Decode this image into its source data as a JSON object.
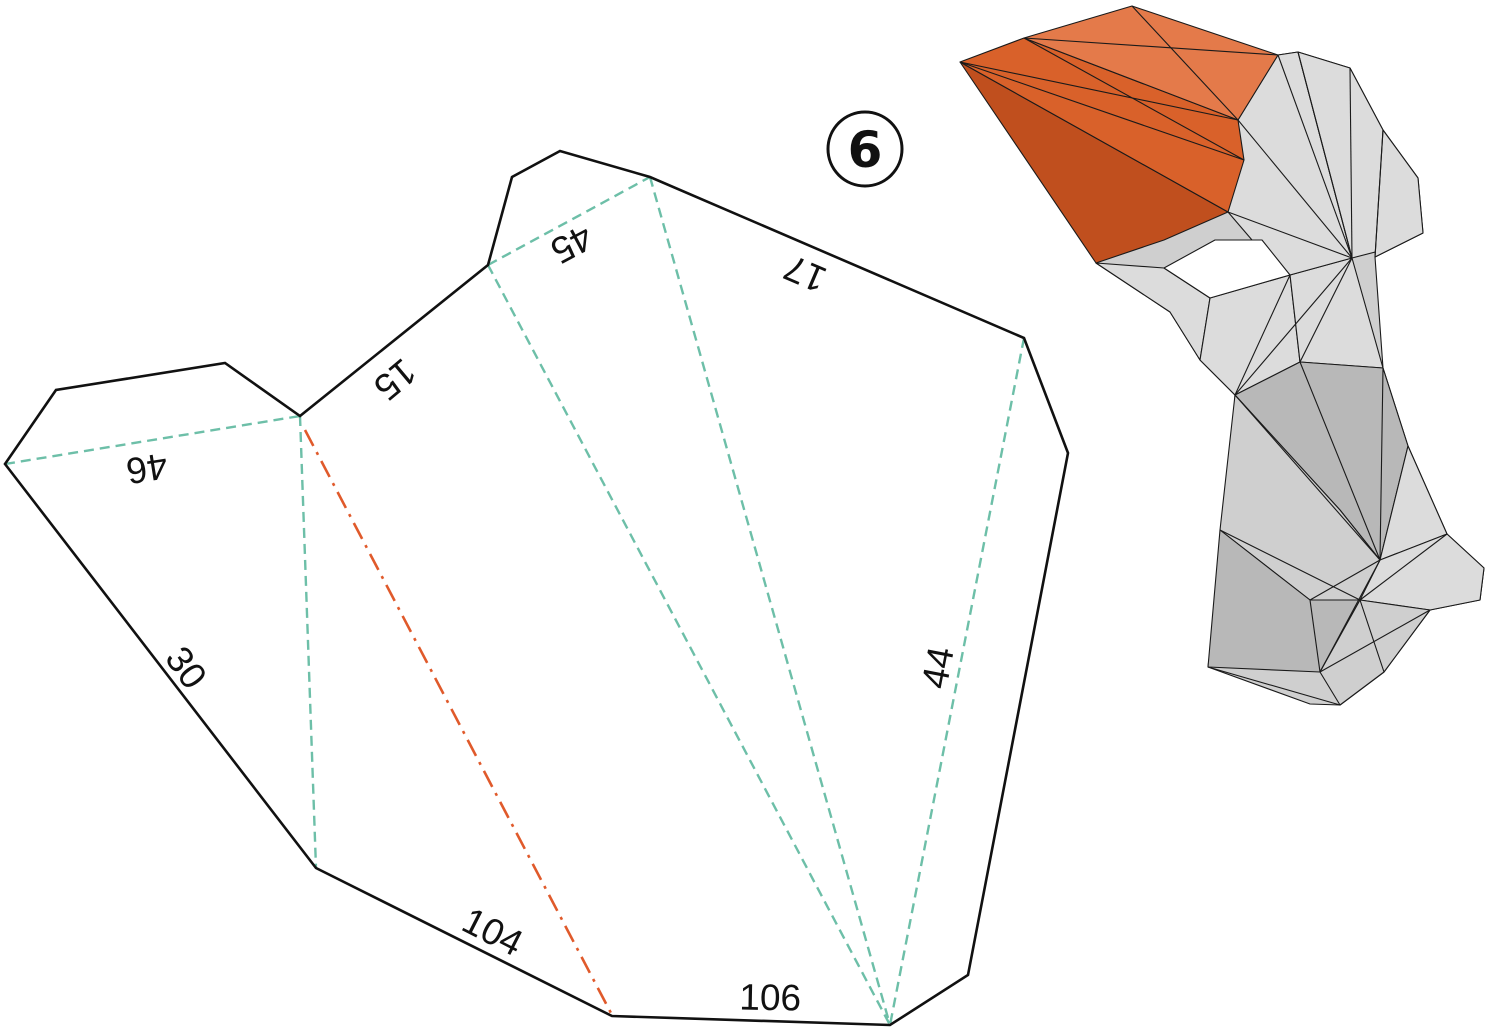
{
  "step": {
    "number": "6"
  },
  "pattern": {
    "edge_labels": {
      "e15": "15",
      "e45": "45",
      "e17": "17",
      "e46": "46",
      "e30": "30",
      "e44": "44",
      "e104": "104",
      "e106": "106"
    },
    "colors": {
      "cut_line": "#111111",
      "valley_fold": "#6dbfa8",
      "mountain_fold": "#e05a2b"
    }
  },
  "preview": {
    "colors": {
      "highlight_light": "#e47a4a",
      "highlight_mid": "#d9612a",
      "highlight_dark": "#c04f1e",
      "gray_light": "#dcdcdc",
      "gray_mid": "#cfcfcf",
      "gray_dark": "#b8b8b8"
    }
  }
}
